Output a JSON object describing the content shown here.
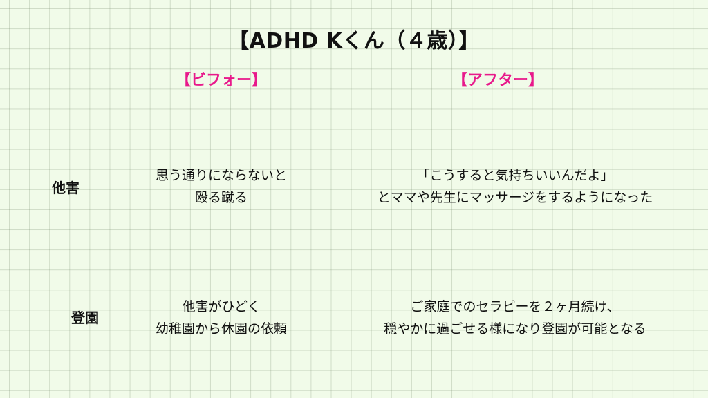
{
  "title": "【ADHD Kくん（４歳）】",
  "colors": {
    "accent": "#e8198b",
    "text": "#111111",
    "background": "#f1fbe9"
  },
  "columns": {
    "before": "【ビフォー】",
    "after": "【アフター】"
  },
  "rows": [
    {
      "label": "他害",
      "before": [
        "思う通りにならないと",
        "殴る蹴る"
      ],
      "after": [
        "「こうすると気持ちいいんだよ」",
        "とママや先生にマッサージをするようになった"
      ]
    },
    {
      "label": "登園",
      "before": [
        "他害がひどく",
        "幼稚園から休園の依頼"
      ],
      "after": [
        "ご家庭でのセラピーを２ヶ月続け、",
        "穏やかに過ごせる様になり登園が可能となる"
      ]
    }
  ]
}
